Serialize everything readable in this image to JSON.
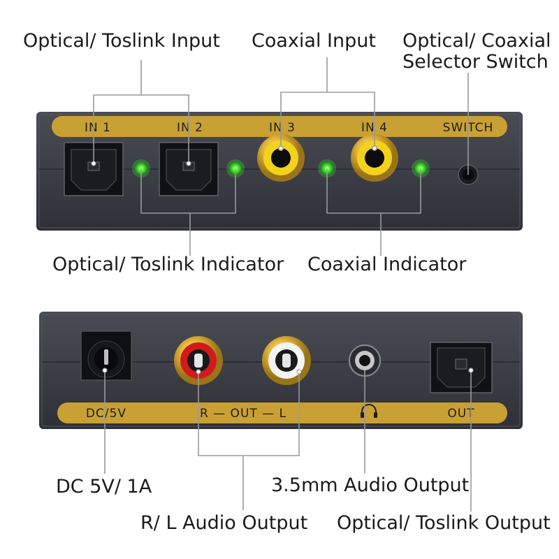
{
  "front_panel": {
    "labels": {
      "in1": "IN 1",
      "in2": "IN 2",
      "in3": "IN 3",
      "in4": "IN 4",
      "switch": "SWITCH"
    }
  },
  "rear_panel": {
    "labels": {
      "dc": "DC/5V",
      "rl": "R — OUT — L",
      "out": "OUT"
    }
  },
  "callouts": {
    "optical_input": "Optical/ Toslink Input",
    "coaxial_input": "Coaxial Input",
    "selector_switch_line1": "Optical/ Coaxial",
    "selector_switch_line2": "Selector Switch",
    "optical_indicator": "Optical/ Toslink Indicator",
    "coaxial_indicator": "Coaxial Indicator",
    "dc_power": "DC 5V/ 1A",
    "rl_output": "R/ L Audio Output",
    "headphone_output": "3.5mm Audio Output",
    "optical_output": "Optical/ Toslink Output"
  },
  "icons": {
    "headphone": "headphone-icon"
  },
  "colors": {
    "panel": "#3b3d45",
    "label_strip": "#c9a033",
    "led": "#4cff3a",
    "rca_gold": "#e0b43a",
    "rca_yellow": "#f2d21a",
    "rca_red": "#d21a1a",
    "rca_white": "#f2f2f2"
  }
}
